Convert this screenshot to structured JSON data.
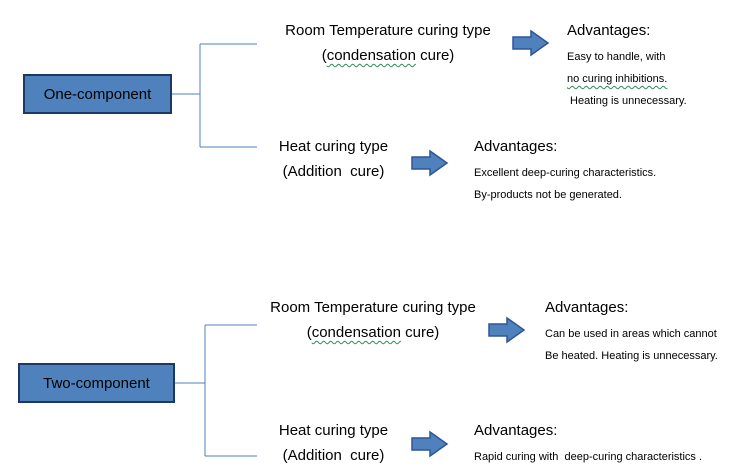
{
  "colors": {
    "box_fill": "#4f81bd",
    "box_border": "#1f3763",
    "arrow_fill": "#4f81bd",
    "line": "#4f81bd",
    "spell_underline": "#2e8b57"
  },
  "groups": [
    {
      "box_label": "One-component",
      "branches": [
        {
          "title_line1": "Room Temperature  curing type",
          "title_line2_pre": "(",
          "title_line2_wavy": "condensation",
          "title_line2_post": " cure)",
          "adv_title": "Advantages:",
          "adv_lines": [
            "Easy to handle, with",
            "no curing inhibitions.",
            " Heating is unnecessary."
          ]
        },
        {
          "title_line1": "Heat curing type",
          "title_line2": "(Addition  cure)",
          "adv_title": "Advantages:",
          "adv_lines": [
            "Excellent deep-curing characteristics.",
            "By-products not be generated."
          ]
        }
      ]
    },
    {
      "box_label": "Two-component",
      "branches": [
        {
          "title_line1": "Room Temperature  curing type",
          "title_line2_pre": "(",
          "title_line2_wavy": "condensation",
          "title_line2_post": " cure)",
          "adv_title": "Advantages:",
          "adv_lines": [
            "Can be used in areas which cannot",
            "Be heated. Heating is unnecessary."
          ]
        },
        {
          "title_line1": "Heat curing type",
          "title_line2": "(Addition  cure)",
          "adv_title": "Advantages:",
          "adv_lines": [
            "Rapid curing with  deep-curing characteristics ."
          ]
        }
      ]
    }
  ]
}
